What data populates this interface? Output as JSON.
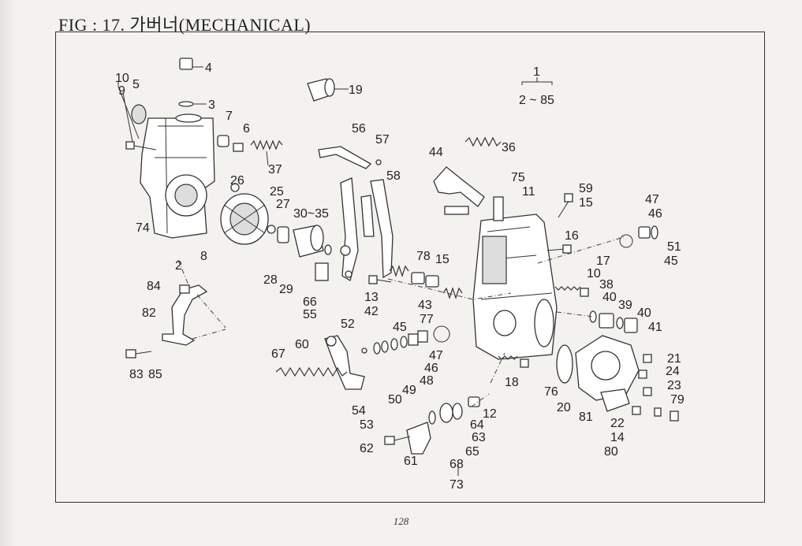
{
  "figure": {
    "title": "FIG : 17. 가버너(MECHANICAL)"
  },
  "assembly": {
    "number": "1",
    "range": "2 ~ 85"
  },
  "page": {
    "number": "128"
  },
  "labels": [
    {
      "id": "10a",
      "text": "10"
    },
    {
      "id": "9",
      "text": "9"
    },
    {
      "id": "5",
      "text": "5"
    },
    {
      "id": "4",
      "text": "4"
    },
    {
      "id": "3",
      "text": "3"
    },
    {
      "id": "7",
      "text": "7"
    },
    {
      "id": "6",
      "text": "6"
    },
    {
      "id": "37",
      "text": "37"
    },
    {
      "id": "19",
      "text": "19"
    },
    {
      "id": "26",
      "text": "26"
    },
    {
      "id": "25",
      "text": "25"
    },
    {
      "id": "27",
      "text": "27"
    },
    {
      "id": "30-35",
      "text": "30~35"
    },
    {
      "id": "74",
      "text": "74"
    },
    {
      "id": "2",
      "text": "2"
    },
    {
      "id": "8",
      "text": "8"
    },
    {
      "id": "28",
      "text": "28"
    },
    {
      "id": "29",
      "text": "29"
    },
    {
      "id": "66",
      "text": "66"
    },
    {
      "id": "55",
      "text": "55"
    },
    {
      "id": "56",
      "text": "56"
    },
    {
      "id": "57",
      "text": "57"
    },
    {
      "id": "58",
      "text": "58"
    },
    {
      "id": "44",
      "text": "44"
    },
    {
      "id": "36",
      "text": "36"
    },
    {
      "id": "75",
      "text": "75"
    },
    {
      "id": "11",
      "text": "11"
    },
    {
      "id": "59",
      "text": "59"
    },
    {
      "id": "15a",
      "text": "15"
    },
    {
      "id": "47a",
      "text": "47"
    },
    {
      "id": "46a",
      "text": "46"
    },
    {
      "id": "51",
      "text": "51"
    },
    {
      "id": "45a",
      "text": "45"
    },
    {
      "id": "16",
      "text": "16"
    },
    {
      "id": "15b",
      "text": "15"
    },
    {
      "id": "17",
      "text": "17"
    },
    {
      "id": "10b",
      "text": "10"
    },
    {
      "id": "38",
      "text": "38"
    },
    {
      "id": "40a",
      "text": "40"
    },
    {
      "id": "39",
      "text": "39"
    },
    {
      "id": "40b",
      "text": "40"
    },
    {
      "id": "41",
      "text": "41"
    },
    {
      "id": "78",
      "text": "78"
    },
    {
      "id": "13",
      "text": "13"
    },
    {
      "id": "43",
      "text": "43"
    },
    {
      "id": "42",
      "text": "42"
    },
    {
      "id": "77",
      "text": "77"
    },
    {
      "id": "84",
      "text": "84"
    },
    {
      "id": "82",
      "text": "82"
    },
    {
      "id": "83",
      "text": "83"
    },
    {
      "id": "85",
      "text": "85"
    },
    {
      "id": "52",
      "text": "52"
    },
    {
      "id": "60",
      "text": "60"
    },
    {
      "id": "45b",
      "text": "45"
    },
    {
      "id": "47b",
      "text": "47"
    },
    {
      "id": "46b",
      "text": "46"
    },
    {
      "id": "48",
      "text": "48"
    },
    {
      "id": "49",
      "text": "49"
    },
    {
      "id": "50",
      "text": "50"
    },
    {
      "id": "54",
      "text": "54"
    },
    {
      "id": "53",
      "text": "53"
    },
    {
      "id": "67",
      "text": "67"
    },
    {
      "id": "21",
      "text": "21"
    },
    {
      "id": "24",
      "text": "24"
    },
    {
      "id": "23",
      "text": "23"
    },
    {
      "id": "79",
      "text": "79"
    },
    {
      "id": "18",
      "text": "18"
    },
    {
      "id": "76",
      "text": "76"
    },
    {
      "id": "20",
      "text": "20"
    },
    {
      "id": "81",
      "text": "81"
    },
    {
      "id": "22",
      "text": "22"
    },
    {
      "id": "14",
      "text": "14"
    },
    {
      "id": "80",
      "text": "80"
    },
    {
      "id": "12",
      "text": "12"
    },
    {
      "id": "64",
      "text": "64"
    },
    {
      "id": "63",
      "text": "63"
    },
    {
      "id": "65",
      "text": "65"
    },
    {
      "id": "62",
      "text": "62"
    },
    {
      "id": "61",
      "text": "61"
    },
    {
      "id": "68",
      "text": "68"
    },
    {
      "id": "73",
      "text": "73"
    }
  ]
}
